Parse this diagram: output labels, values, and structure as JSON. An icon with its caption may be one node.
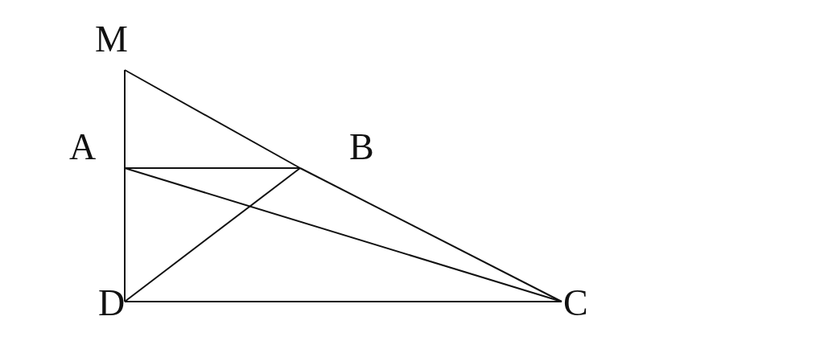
{
  "diagram": {
    "nodes": [
      {
        "text": [
          "M"
        ]
      },
      {
        "text": [
          "A"
        ]
      },
      {
        "text": [
          "B"
        ]
      },
      {
        "text": [
          "D"
        ]
      },
      {
        "text": [
          "C"
        ]
      }
    ],
    "edges": [
      {
        "from": 0,
        "to": 1,
        "arrow": "none"
      },
      {
        "from": 1,
        "to": 3,
        "arrow": "none"
      },
      {
        "from": 0,
        "to": 2,
        "arrow": "none"
      },
      {
        "from": 2,
        "to": 4,
        "arrow": "none"
      },
      {
        "from": 1,
        "to": 2,
        "arrow": "none"
      },
      {
        "from": 1,
        "to": 4,
        "arrow": "none"
      },
      {
        "from": 2,
        "to": 3,
        "arrow": "none"
      },
      {
        "from": 3,
        "to": 4,
        "arrow": "none"
      }
    ]
  }
}
